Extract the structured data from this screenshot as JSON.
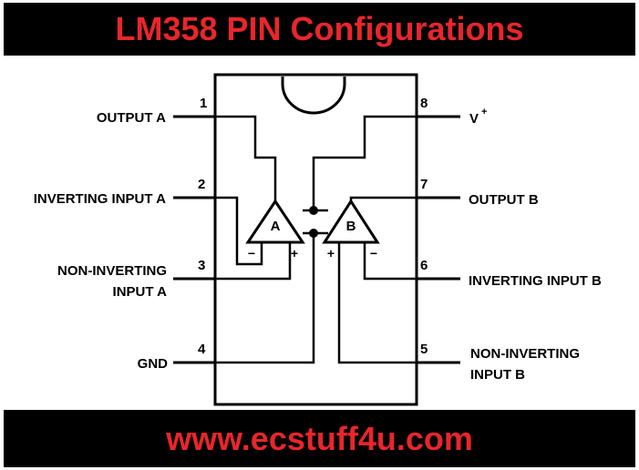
{
  "header": {
    "title": "LM358 PIN Configurations"
  },
  "footer": {
    "url": "www.ecstuff4u.com"
  },
  "colors": {
    "banner": "#000000",
    "accent": "#e8262b",
    "line": "#000000"
  },
  "pins": [
    {
      "number": "1",
      "label": "OUTPUT A"
    },
    {
      "number": "2",
      "label": "INVERTING INPUT A"
    },
    {
      "number": "3",
      "label_line1": "NON-INVERTING",
      "label_line2": "INPUT A"
    },
    {
      "number": "4",
      "label": "GND"
    },
    {
      "number": "5",
      "label_line1": "NON-INVERTING",
      "label_line2": "INPUT B"
    },
    {
      "number": "6",
      "label": "INVERTING INPUT B"
    },
    {
      "number": "7",
      "label": "OUTPUT B"
    },
    {
      "number": "8",
      "label": "V",
      "label_sup": "+"
    }
  ],
  "opamps": [
    {
      "name": "A",
      "minus": "−",
      "plus": "+"
    },
    {
      "name": "B",
      "minus": "−",
      "plus": "+"
    }
  ]
}
